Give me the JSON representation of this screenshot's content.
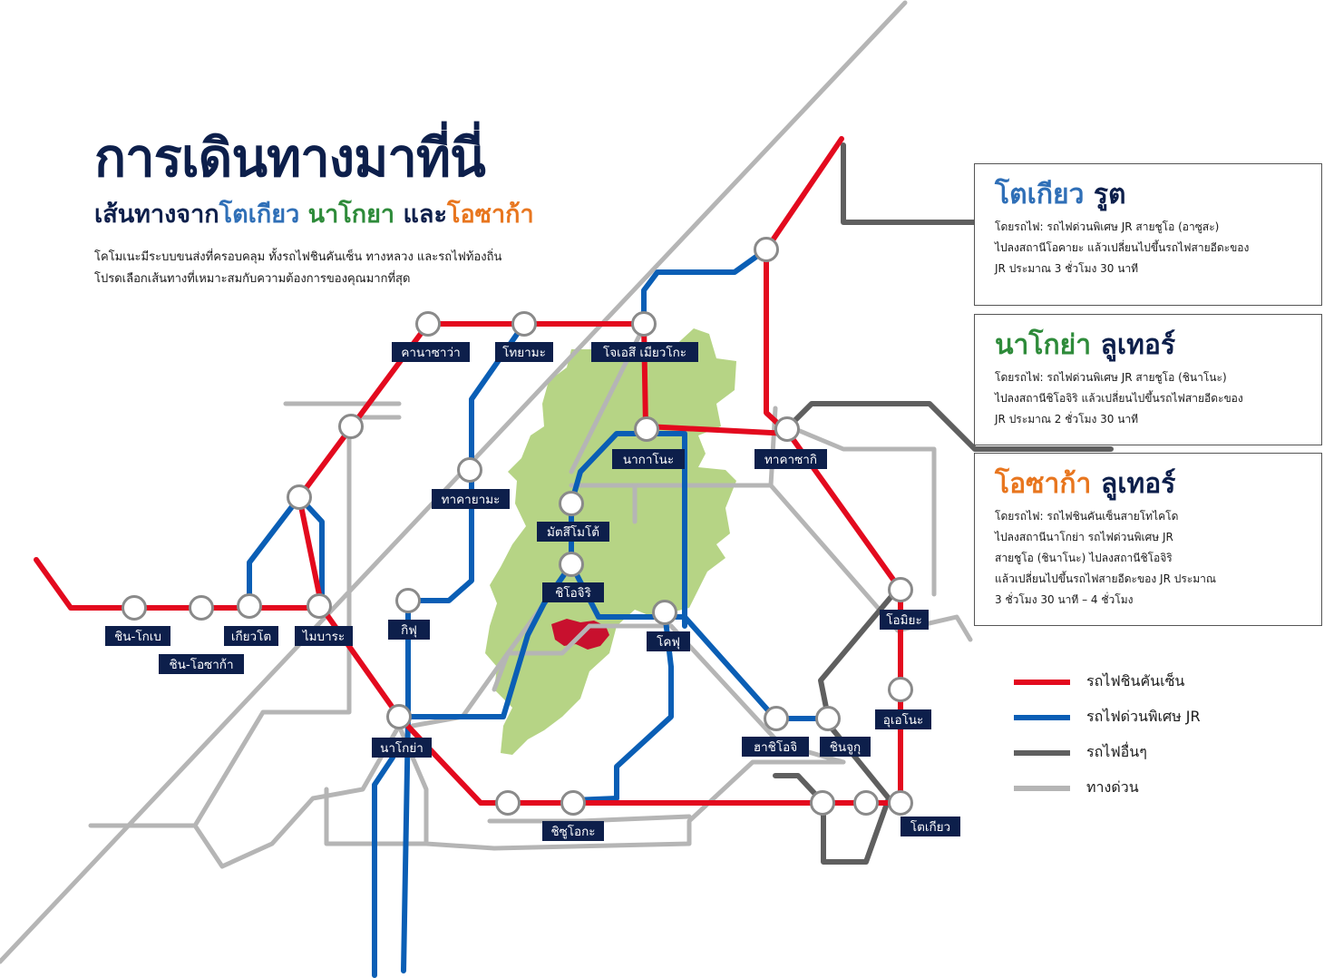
{
  "header": {
    "title": "การเดินทางมาที่นี่",
    "subtitle_prefix": "เส้นทางจาก",
    "subtitle_city_1": "โตเกียว",
    "subtitle_city_2": "นาโกยา",
    "subtitle_and": "และ",
    "subtitle_city_3": "โอซาก้า",
    "intro_line_1": "โคโมเนะมีระบบขนส่งที่ครอบคลุม ทั้งรถไฟชินคันเซ็น ทางหลวง และรถไฟท้องถิ่น",
    "intro_line_2": "โปรดเลือกเส้นทางที่เหมาะสมกับความต้องการของคุณมากที่สุด"
  },
  "routes": [
    {
      "origin": "โตเกียว",
      "destination": "รูต",
      "origin_color": "#2f6fb7",
      "lines": [
        "โดยรถไฟ: รถไฟด่วนพิเศษ JR สายชูโอ (อาซูสะ)",
        "ไปลงสถานีโอคายะ แล้วเปลี่ยนไปขึ้นรถไฟสายอีดะของ",
        "JR ประมาณ 3 ชั่วโมง 30 นาที"
      ]
    },
    {
      "origin": "นาโกย่า",
      "destination": "ลูเทอร์",
      "origin_color": "#2e8b3a",
      "lines": [
        "โดยรถไฟ: รถไฟด่วนพิเศษ JR สายชูโอ (ชินาโนะ)",
        "ไปลงสถานีชิโอจิริ แล้วเปลี่ยนไปขึ้นรถไฟสายอีดะของ",
        "JR ประมาณ 2 ชั่วโมง 30 นาที"
      ]
    },
    {
      "origin": "โอซาก้า",
      "destination": "ลูเทอร์",
      "origin_color": "#e8761f",
      "lines": [
        "โดยรถไฟ: รถไฟชินคันเซ็นสายโทไคโด",
        "ไปลงสถานีนาโกย่า รถไฟด่วนพิเศษ JR",
        "สายชูโอ (ชินาโนะ) ไปลงสถานีชิโอจิริ",
        "แล้วเปลี่ยนไปขึ้นรถไฟสายอีดะของ JR ประมาณ",
        "3 ชั่วโมง 30 นาที – 4 ชั่วโมง"
      ]
    }
  ],
  "legend": [
    {
      "label": "รถไฟชินคันเซ็น",
      "color": "#e30a1e"
    },
    {
      "label": "รถไฟด่วนพิเศษ JR",
      "color": "#0a5eb5"
    },
    {
      "label": "รถไฟอื่นๆ",
      "color": "#5f5f5f"
    },
    {
      "label": "ทางด่วน",
      "color": "#b5b5b5"
    }
  ],
  "stations": {
    "shin_kobe": "ชิน-โกเบ",
    "shin_osaka": "ชิน-โอซาก้า",
    "kyoto": "เกียวโต",
    "maibara": "ไมบาระ",
    "gifu": "กิฟุ",
    "nagoya": "นาโกย่า",
    "kanazawa": "คานาซาว่า",
    "toyama": "โทยามะ",
    "myoko": "โจเอสึ เมียวโกะ",
    "nagano": "นากาโนะ",
    "takasaki": "ทาคาซากิ",
    "takayama": "ทาคายามะ",
    "matsumoto": "มัตสึโมโต้",
    "shiojiri": "ชิโอจิริ",
    "kofu": "โคฟุ",
    "hachioji": "ฮาชิโอจิ",
    "shinjuku": "ชินจูกุ",
    "omiya": "โอมิยะ",
    "ueno": "อุเอโนะ",
    "tokyo": "โตเกียว",
    "shizuoka": "ชิซูโอกะ"
  },
  "colors": {
    "region": "#b6d485",
    "highlight_area": "#c8102e",
    "label_bg": "#0d1f4b",
    "station_fill": "#ffffff",
    "station_stroke": "#8a8a8a"
  }
}
